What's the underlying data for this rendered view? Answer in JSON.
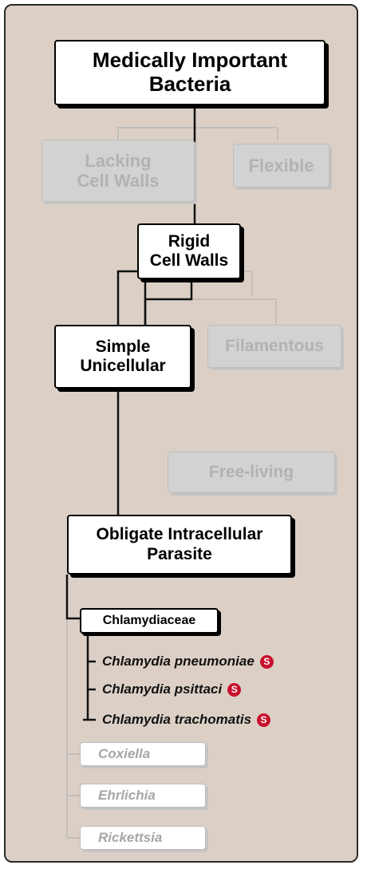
{
  "title": {
    "line1": "Medically Important",
    "line2": "Bacteria"
  },
  "lacking": {
    "line1": "Lacking",
    "line2": "Cell Walls"
  },
  "flexible": "Flexible",
  "rigid": {
    "line1": "Rigid",
    "line2": "Cell Walls"
  },
  "simple": {
    "line1": "Simple",
    "line2": "Unicellular"
  },
  "filamentous": "Filamentous",
  "free_living": "Free-living",
  "obligate": {
    "line1": "Obligate Intracellular",
    "line2": "Parasite"
  },
  "family": "Chlamydiaceae",
  "species": [
    {
      "name": "Chlamydia pneumoniae",
      "badge": "S"
    },
    {
      "name": "Chlamydia psittaci",
      "badge": "S"
    },
    {
      "name": "Chlamydia trachomatis",
      "badge": "S"
    }
  ],
  "other_genera": [
    "Coxiella",
    "Ehrlichia",
    "Rickettsia"
  ],
  "colors": {
    "panel": "#dcd0c6",
    "badge": "#c8102e",
    "dim_line": "#b8b8b8",
    "main_line": "#111111"
  }
}
